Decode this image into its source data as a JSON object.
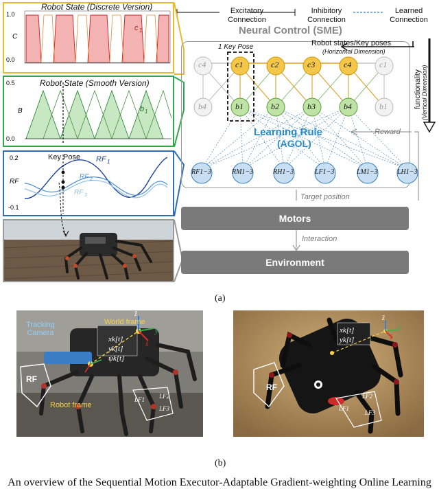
{
  "legend": {
    "excitatory": "Excitatory\nConnection",
    "inhibitory": "Inhibitory\nConnection",
    "learned": "Learned\nConnection"
  },
  "plots": {
    "discrete": {
      "title": "Robot State (Discrete Version)",
      "y_label": "C",
      "y_ticks": [
        "1.0",
        "0.0"
      ],
      "series_label": "c1"
    },
    "smooth": {
      "title": "Robot State (Smooth Version)",
      "y_label": "B",
      "y_ticks": [
        "0.5",
        "0.0"
      ],
      "series_label": "b1"
    },
    "keypose": {
      "title": "Key Pose",
      "y_label": "RF",
      "y_ticks": [
        "0.2",
        "-0.1"
      ],
      "series": [
        "RF1",
        "RF2",
        "RF3"
      ]
    }
  },
  "network": {
    "title": "Neural Control (SME)",
    "key_pose_label": "1 Key Pose",
    "robot_states": "Robot states/Key poses",
    "horizontal": "(Horizontal Dimension)",
    "functionality": "functionality",
    "vertical": "(Vertical Dimension)",
    "c_neurons": [
      "c4",
      "c1",
      "c2",
      "c3",
      "c4",
      "c1"
    ],
    "b_neurons": [
      "b4",
      "b1",
      "b2",
      "b3",
      "b4",
      "b1"
    ],
    "learning_rule": "Learning Rule",
    "agol": "(AGOL)",
    "reward": "Reward",
    "outputs": [
      "RF1−3",
      "RM1−3",
      "RH1−3",
      "LF1−3",
      "LM1−3",
      "LH1−3"
    ],
    "target_position": "Target position",
    "motors": "Motors",
    "interaction": "Interaction",
    "environment": "Environment"
  },
  "label_a": "(a)",
  "photo_left": {
    "tracking_camera": "Tracking\nCamera",
    "world_frame": "World frame",
    "robot_frame": "Robot frame",
    "rf": "RF",
    "state_vector": [
      "xk[t]",
      "yk[t]",
      "ψk[t]"
    ],
    "axes": [
      "ẑ",
      "ŷ",
      "x̂"
    ],
    "leg_labels": [
      "LF1",
      "LF2",
      "LF3"
    ]
  },
  "photo_right": {
    "rf": "RF",
    "state_vector": [
      "xk[t]",
      "yk[t]"
    ],
    "axes": [
      "ẑ",
      "ŷ",
      "x̂"
    ],
    "leg_labels": [
      "LF1",
      "LF2",
      "LF3"
    ]
  },
  "label_b": "(b)",
  "caption": "An overview of the Sequential Motion Executor-Adaptable Gradient-weighting Online Learning"
}
